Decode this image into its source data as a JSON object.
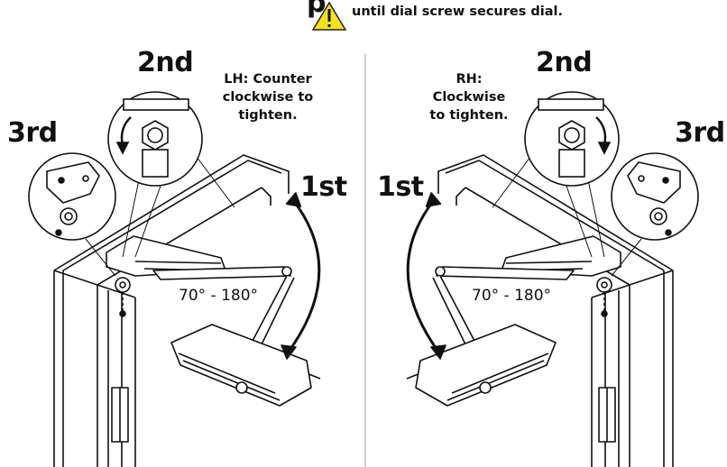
{
  "header": {
    "title_fragment": "p",
    "warning_text": "until dial screw secures dial."
  },
  "left_panel": {
    "handing_note": [
      "LH: Counter",
      "clockwise to",
      "tighten."
    ],
    "step_1": "1st",
    "step_2": "2nd",
    "step_3": "3rd",
    "angle_range": "70° - 180°"
  },
  "right_panel": {
    "handing_note": [
      "RH:",
      "Clockwise",
      "to tighten."
    ],
    "step_1": "1st",
    "step_2": "2nd",
    "step_3": "3rd",
    "angle_range": "70° - 180°"
  },
  "colors": {
    "warning_fill": "#f6e21c",
    "line": "#111111"
  },
  "icons": [
    "warning-triangle-icon"
  ]
}
